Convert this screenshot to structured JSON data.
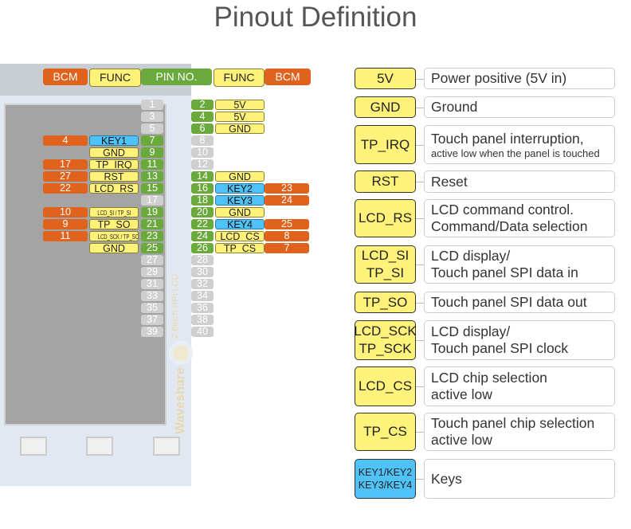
{
  "title": "Pinout Definition",
  "board": {
    "label": "2.8inch RPi LCD",
    "brand": "Waveshare"
  },
  "headers": [
    "BCM",
    "FUNC",
    "PIN NO.",
    "FUNC",
    "BCM"
  ],
  "colors": {
    "bcm": "#df631c",
    "func": "#fff27a",
    "key": "#4fc3f7",
    "pin_used": "#6aaa3c",
    "pin_unused": "#cfcfcf"
  },
  "pins": [
    {
      "l": {
        "pin": "1"
      },
      "r": {
        "pin": "2",
        "func": "5V"
      }
    },
    {
      "l": {
        "pin": "3"
      },
      "r": {
        "pin": "4",
        "func": "5V"
      }
    },
    {
      "l": {
        "pin": "5"
      },
      "r": {
        "pin": "6",
        "func": "GND"
      }
    },
    {
      "l": {
        "pin": "7",
        "func": "KEY1",
        "bcm": "4",
        "key": true
      },
      "r": {
        "pin": "8"
      }
    },
    {
      "l": {
        "pin": "9",
        "func": "GND"
      },
      "r": {
        "pin": "10"
      }
    },
    {
      "l": {
        "pin": "11",
        "func": "TP_IRQ",
        "bcm": "17"
      },
      "r": {
        "pin": "12"
      }
    },
    {
      "l": {
        "pin": "13",
        "func": "RST",
        "bcm": "27"
      },
      "r": {
        "pin": "14",
        "func": "GND"
      }
    },
    {
      "l": {
        "pin": "15",
        "func": "LCD_RS",
        "bcm": "22"
      },
      "r": {
        "pin": "16",
        "func": "KEY2",
        "bcm": "23",
        "key": true
      }
    },
    {
      "l": {
        "pin": "17"
      },
      "r": {
        "pin": "18",
        "func": "KEY3",
        "bcm": "24",
        "key": true
      }
    },
    {
      "l": {
        "pin": "19",
        "func": "LCD_SI / TP_SI",
        "bcm": "10",
        "small": true
      },
      "r": {
        "pin": "20",
        "func": "GND"
      }
    },
    {
      "l": {
        "pin": "21",
        "func": "TP_SO",
        "bcm": "9"
      },
      "r": {
        "pin": "22",
        "func": "KEY4",
        "bcm": "25",
        "key": true
      }
    },
    {
      "l": {
        "pin": "23",
        "func": "LCD_SCK / TP_SCK",
        "bcm": "11",
        "small": true
      },
      "r": {
        "pin": "24",
        "func": "LCD_CS",
        "bcm": "8"
      }
    },
    {
      "l": {
        "pin": "25",
        "func": "GND"
      },
      "r": {
        "pin": "26",
        "func": "TP_CS",
        "bcm": "7"
      }
    },
    {
      "l": {
        "pin": "27"
      },
      "r": {
        "pin": "28"
      }
    },
    {
      "l": {
        "pin": "29"
      },
      "r": {
        "pin": "30"
      }
    },
    {
      "l": {
        "pin": "31"
      },
      "r": {
        "pin": "32"
      }
    },
    {
      "l": {
        "pin": "33"
      },
      "r": {
        "pin": "34"
      }
    },
    {
      "l": {
        "pin": "35"
      },
      "r": {
        "pin": "36"
      }
    },
    {
      "l": {
        "pin": "37"
      },
      "r": {
        "pin": "38"
      }
    },
    {
      "l": {
        "pin": "39"
      },
      "r": {
        "pin": "40"
      }
    }
  ],
  "legend": [
    {
      "label": [
        "5V"
      ],
      "desc": [
        "Power positive (5V in)"
      ]
    },
    {
      "label": [
        "GND"
      ],
      "desc": [
        "Ground"
      ]
    },
    {
      "label": [
        "TP_IRQ"
      ],
      "desc": [
        "Touch panel interruption,"
      ],
      "sub": "active low when the panel is touched"
    },
    {
      "label": [
        "RST"
      ],
      "desc": [
        "Reset"
      ]
    },
    {
      "label": [
        "LCD_RS"
      ],
      "desc": [
        "LCD command control.",
        "Command/Data selection"
      ]
    },
    {
      "label": [
        "LCD_SI",
        "TP_SI"
      ],
      "desc": [
        "LCD display/",
        "Touch panel SPI data in"
      ]
    },
    {
      "label": [
        "TP_SO"
      ],
      "desc": [
        "Touch panel SPI data out"
      ]
    },
    {
      "label": [
        "LCD_SCK",
        "TP_SCK"
      ],
      "desc": [
        "LCD display/",
        "Touch panel SPI clock"
      ]
    },
    {
      "label": [
        "LCD_CS"
      ],
      "desc": [
        "LCD chip selection",
        "active low"
      ]
    },
    {
      "label": [
        "TP_CS"
      ],
      "desc": [
        "Touch panel chip selection",
        "active low"
      ]
    },
    {
      "label": [
        "KEY1/KEY2",
        "KEY3/KEY4"
      ],
      "desc": [
        "Keys"
      ],
      "key": true
    }
  ]
}
